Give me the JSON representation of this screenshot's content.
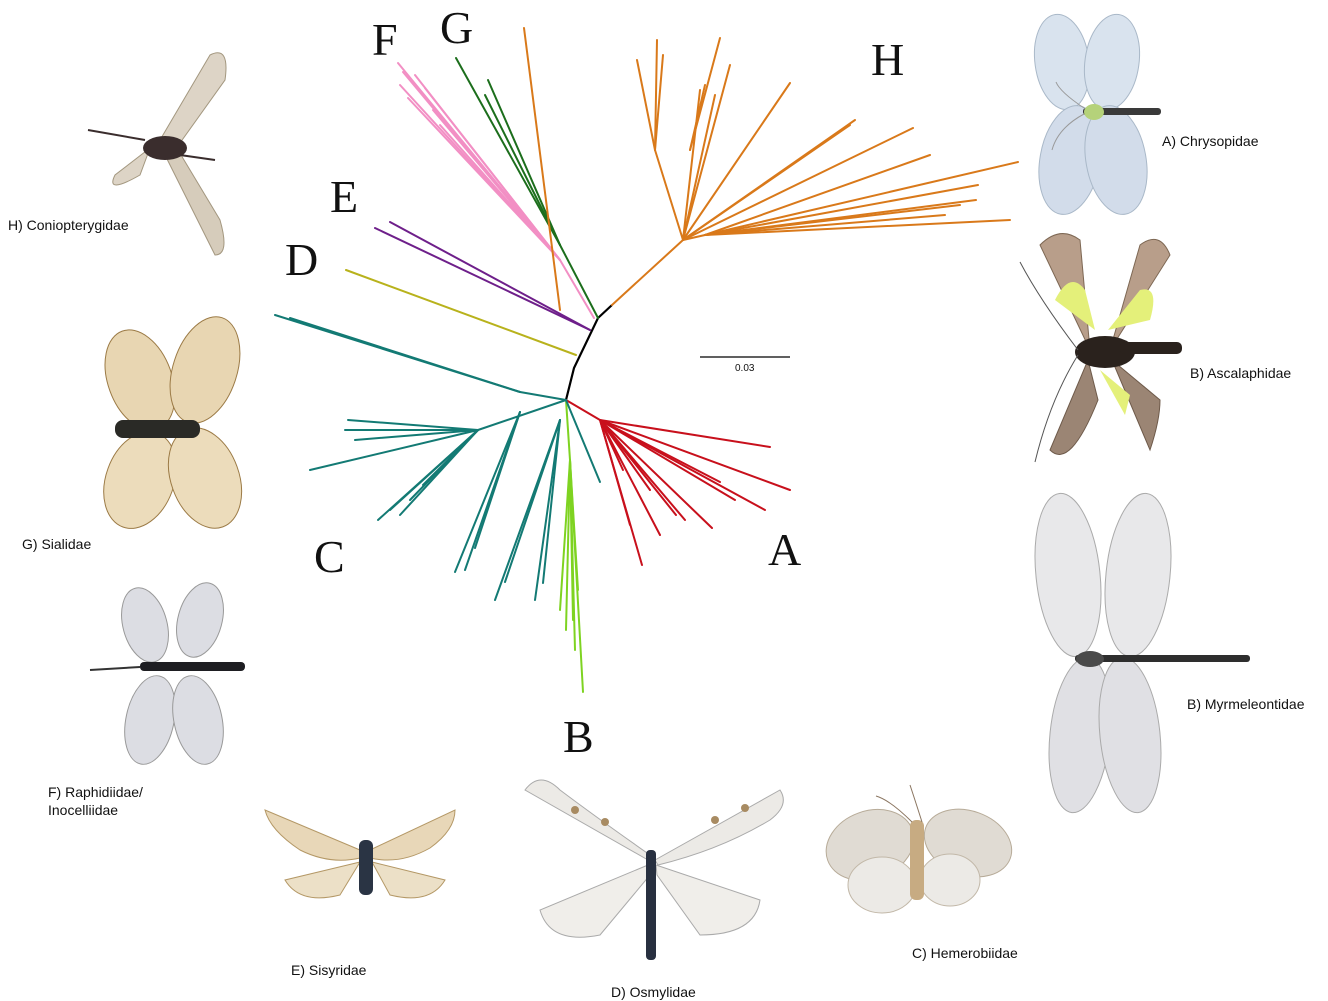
{
  "scale_bar": {
    "label": "0.03"
  },
  "clade_labels": [
    {
      "id": "A",
      "text": "A",
      "color": "#c8101c"
    },
    {
      "id": "B",
      "text": "B",
      "color": "#7ed321"
    },
    {
      "id": "C",
      "text": "C",
      "color": "#137a74"
    },
    {
      "id": "D",
      "text": "D",
      "color": "#b8b21c"
    },
    {
      "id": "E",
      "text": "E",
      "color": "#6e1f8a"
    },
    {
      "id": "F",
      "text": "F",
      "color": "#f28fc4"
    },
    {
      "id": "G",
      "text": "G",
      "color": "#1c6e1c"
    },
    {
      "id": "H",
      "text": "H",
      "color": "#d9791a"
    }
  ],
  "specimens": [
    {
      "key": "chrysopidae",
      "caption": "A) Chrysopidae",
      "icon": "lacewing-green-icon"
    },
    {
      "key": "ascalaphidae",
      "caption": "B) Ascalaphidae",
      "icon": "owlfly-yellow-icon"
    },
    {
      "key": "myrmeleontidae",
      "caption": "B) Myrmeleontidae",
      "icon": "antlion-icon"
    },
    {
      "key": "hemerobiidae",
      "caption": "C) Hemerobiidae",
      "icon": "brown-lacewing-icon"
    },
    {
      "key": "osmylidae",
      "caption": "D) Osmylidae",
      "icon": "osmylid-icon"
    },
    {
      "key": "sisyridae",
      "caption": "E) Sisyridae",
      "icon": "spongillafly-icon"
    },
    {
      "key": "raphidiidae",
      "caption": "F) Raphidiidae/\nInocelliidae",
      "icon": "snakefly-icon"
    },
    {
      "key": "sialidae",
      "caption": "G) Sialidae",
      "icon": "alderfly-icon"
    },
    {
      "key": "coniopterygidae",
      "caption": "H) Coniopterygidae",
      "icon": "dustywing-icon"
    }
  ]
}
